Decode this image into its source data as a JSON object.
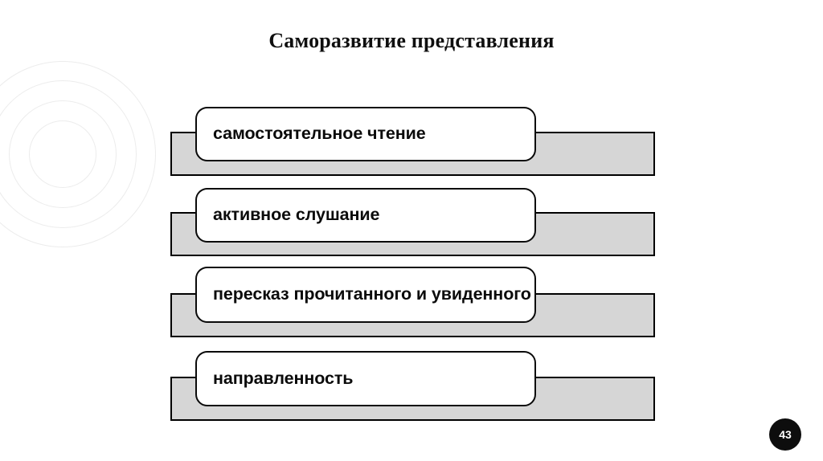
{
  "slide": {
    "title": "Саморазвитие представления",
    "page_number": "43",
    "background_color": "#ffffff",
    "bar_fill_color": "#d6d6d6",
    "card_fill_color": "#ffffff",
    "outline_color": "#000000",
    "badge_color": "#0d0d0d",
    "ring_color": "#ececec"
  },
  "decoration": {
    "rings_name": "concentric-rings-watermark",
    "ring_count": 4
  },
  "items": [
    {
      "label": "самостоятельное чтение"
    },
    {
      "label": "активное слушание"
    },
    {
      "label": "пересказ прочитанного и увиденного"
    },
    {
      "label": "направленность"
    }
  ]
}
